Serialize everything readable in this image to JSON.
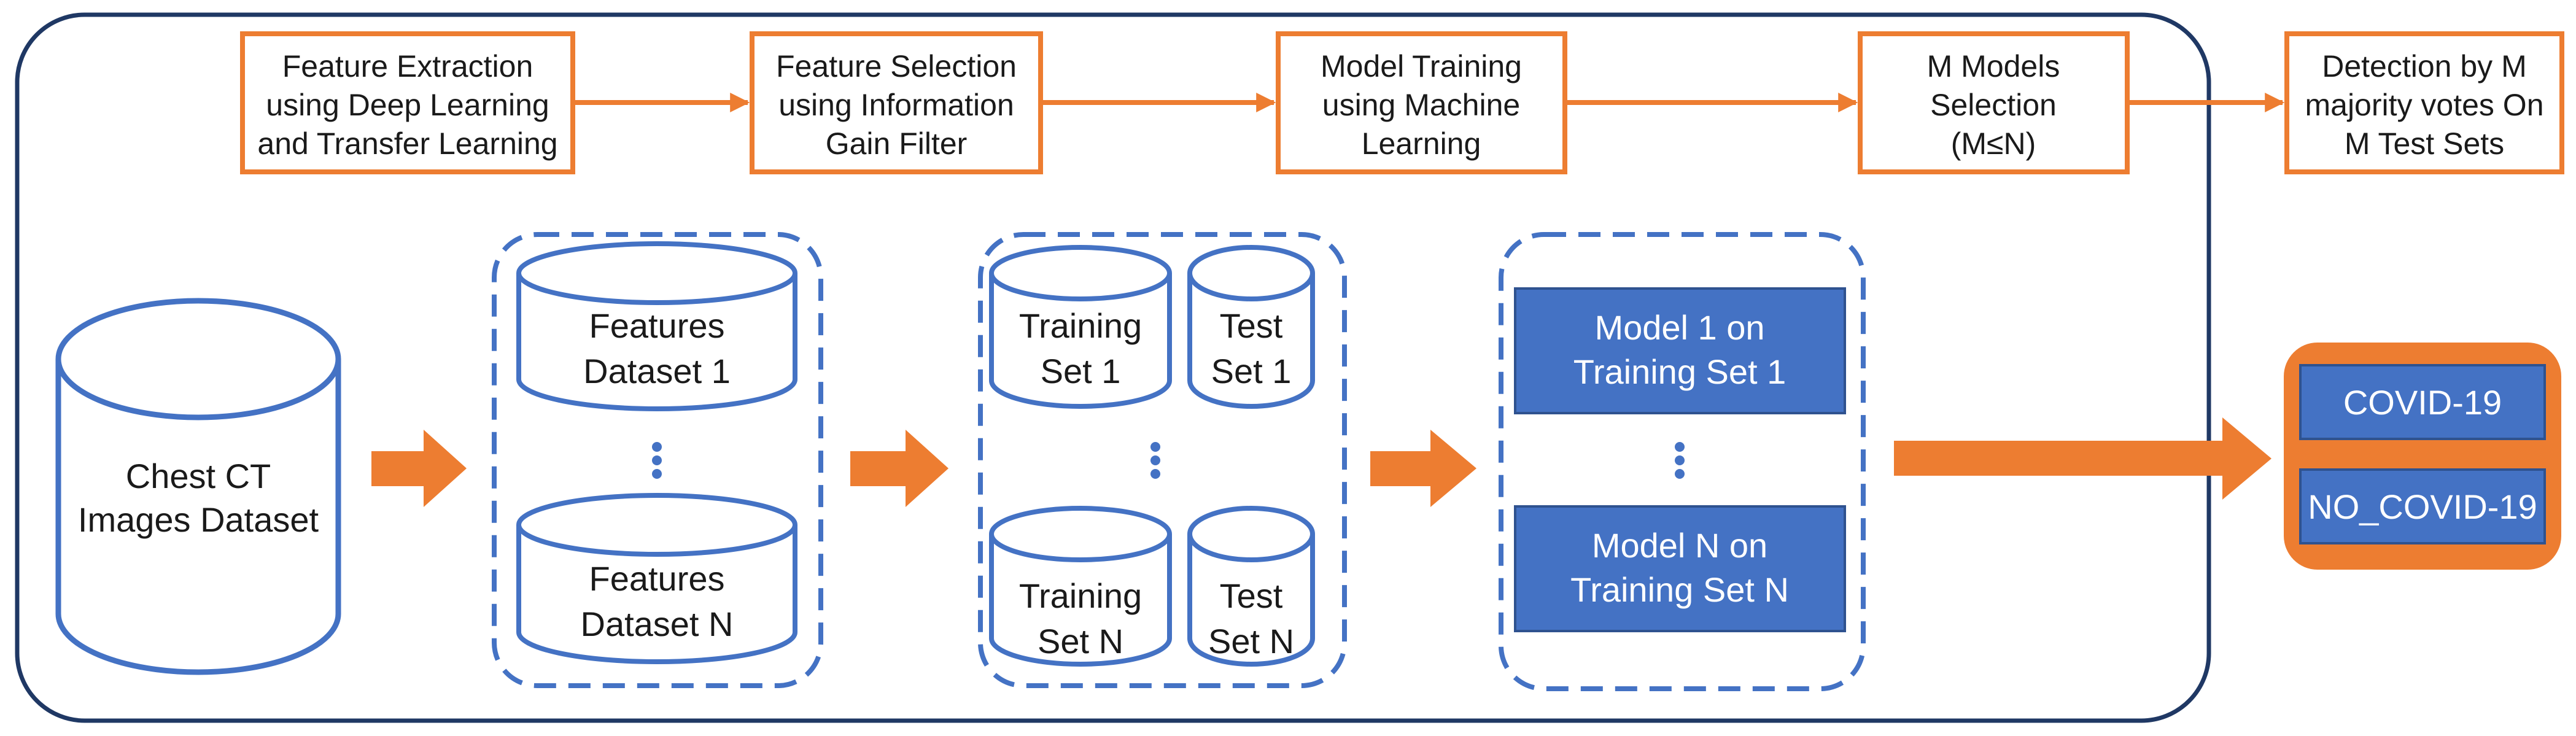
{
  "colors": {
    "orange": "#ED7D31",
    "blue": "#4472C4",
    "navy": "#1F3864",
    "text": "#1a1a1a",
    "white": "#ffffff"
  },
  "pipeline_steps": {
    "feature_extraction": [
      "Feature Extraction",
      "using Deep Learning",
      "and Transfer Learning"
    ],
    "feature_selection": [
      "Feature Selection",
      "using Information",
      "Gain Filter"
    ],
    "model_training": [
      "Model Training",
      "using Machine",
      "Learning"
    ],
    "models_selection": [
      "M Models",
      "Selection",
      "(M≤N)"
    ],
    "detection": [
      "Detection by M",
      "majority votes On",
      "M Test Sets"
    ]
  },
  "dataset": [
    "Chest CT",
    "Images Dataset"
  ],
  "features": {
    "first": [
      "Features",
      "Dataset 1"
    ],
    "last": [
      "Features",
      "Dataset N"
    ]
  },
  "splits": {
    "training_first": [
      "Training",
      "Set 1"
    ],
    "test_first": [
      "Test",
      "Set 1"
    ],
    "training_last": [
      "Training",
      "Set N"
    ],
    "test_last": [
      "Test",
      "Set N"
    ]
  },
  "models": {
    "first": [
      "Model 1 on",
      "Training Set 1"
    ],
    "last": [
      "Model N on",
      "Training Set N"
    ]
  },
  "outputs": {
    "covid": "COVID-19",
    "no_covid": "NO_COVID-19"
  },
  "icons": {
    "ellipsis": "vertical-ellipsis-icon",
    "arrow": "arrow-right-icon",
    "database": "database-cylinder-icon"
  }
}
